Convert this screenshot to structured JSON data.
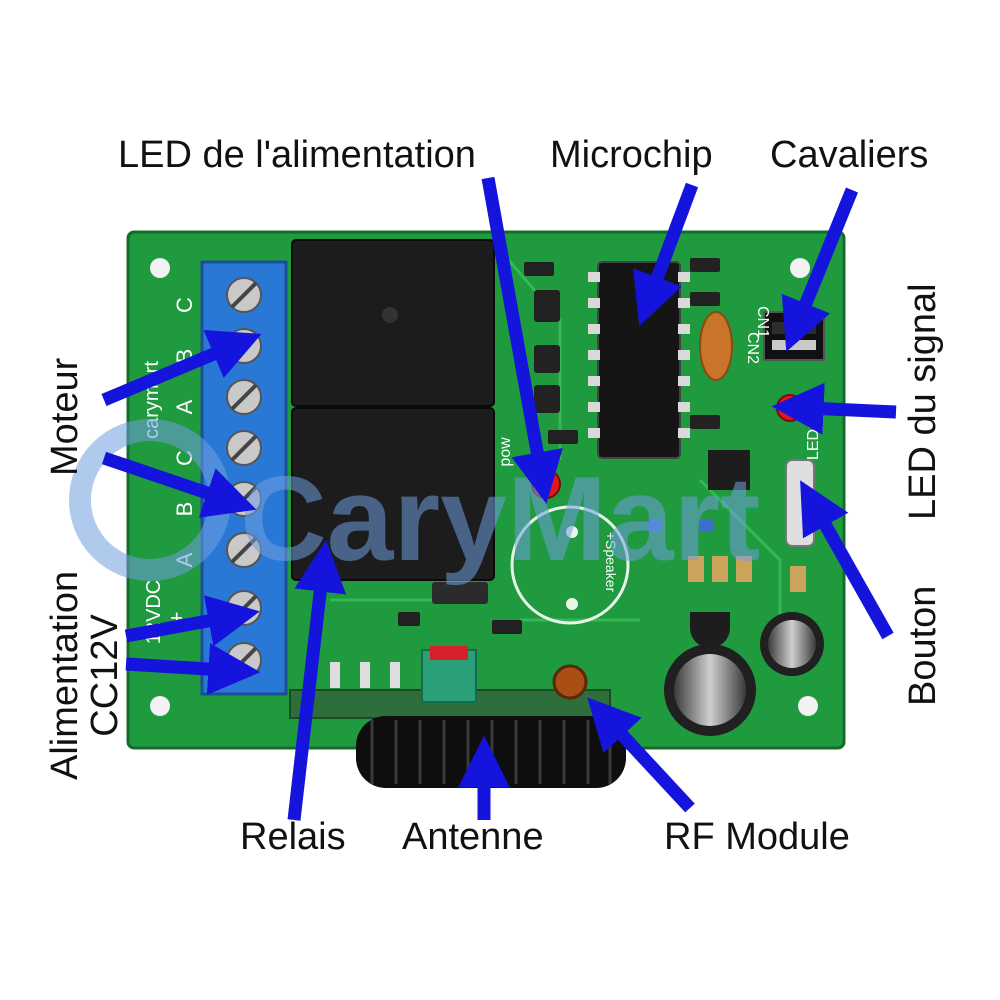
{
  "labels": {
    "power_led": "LED de l'alimentation",
    "microchip": "Microchip",
    "jumpers": "Cavaliers",
    "signal_led": "LED du signal",
    "button": "Bouton",
    "motor": "Moteur",
    "power_supply_line1": "Alimentation",
    "power_supply_line2": "CC12V",
    "relays": "Relais",
    "antenna": "Antenne",
    "rf_module": "RF Module"
  },
  "watermark": "CaryMart",
  "board": {
    "terminal_letters": [
      "C",
      "B",
      "A",
      "C",
      "B",
      "A",
      "+",
      "-"
    ],
    "silk_dc": "12VDC",
    "silk_brand": "carymart",
    "silk_speaker": "+Speaker",
    "silk_pow": "pow",
    "silk_led1": "LED1",
    "silk_cn1": "CN1",
    "silk_cn2": "CN2"
  },
  "colors": {
    "arrow": "#1414dc",
    "pcb": "#1f9a3e",
    "terminal": "#2a78d6",
    "relay": "#1c1c1c",
    "watermark": "#6f9fe0"
  }
}
